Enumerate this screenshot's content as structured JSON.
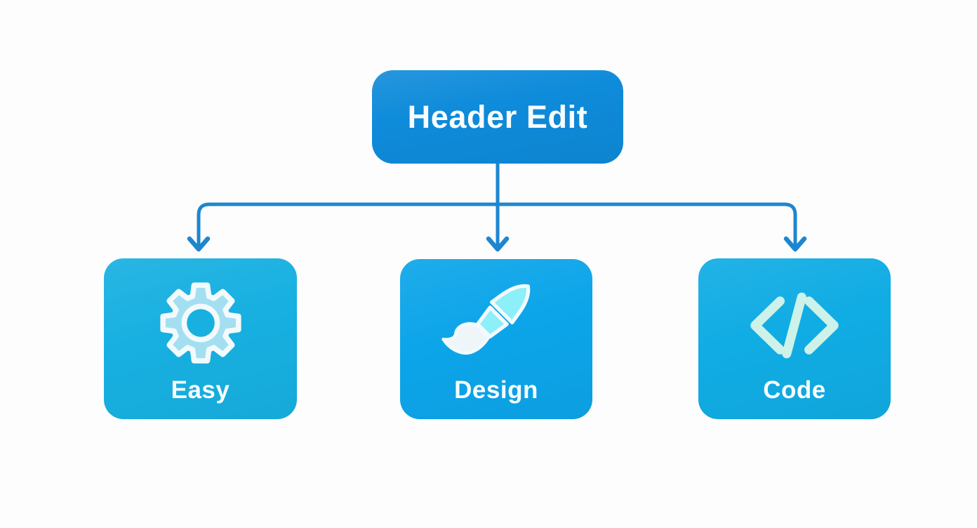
{
  "diagram": {
    "root": {
      "label": "Header Edit"
    },
    "children": [
      {
        "label": "Easy",
        "icon": "gear-icon"
      },
      {
        "label": "Design",
        "icon": "paintbrush-icon"
      },
      {
        "label": "Code",
        "icon": "code-icon"
      }
    ]
  },
  "colors": {
    "canvas_bg": "#fdfdfd",
    "root_bg": "#0e8bda",
    "easy_bg": "#17b0e1",
    "design_bg": "#0ca5e9",
    "code_bg": "#10ace4",
    "connector": "#1e86cf",
    "label": "#f8fcfe",
    "gear_fill": "#a3dff1",
    "icon_outline": "#f3fafc",
    "brush_fill": "#8deff8",
    "bristle_fill": "#eef6f9",
    "code_icon": "#ccf2e9"
  }
}
